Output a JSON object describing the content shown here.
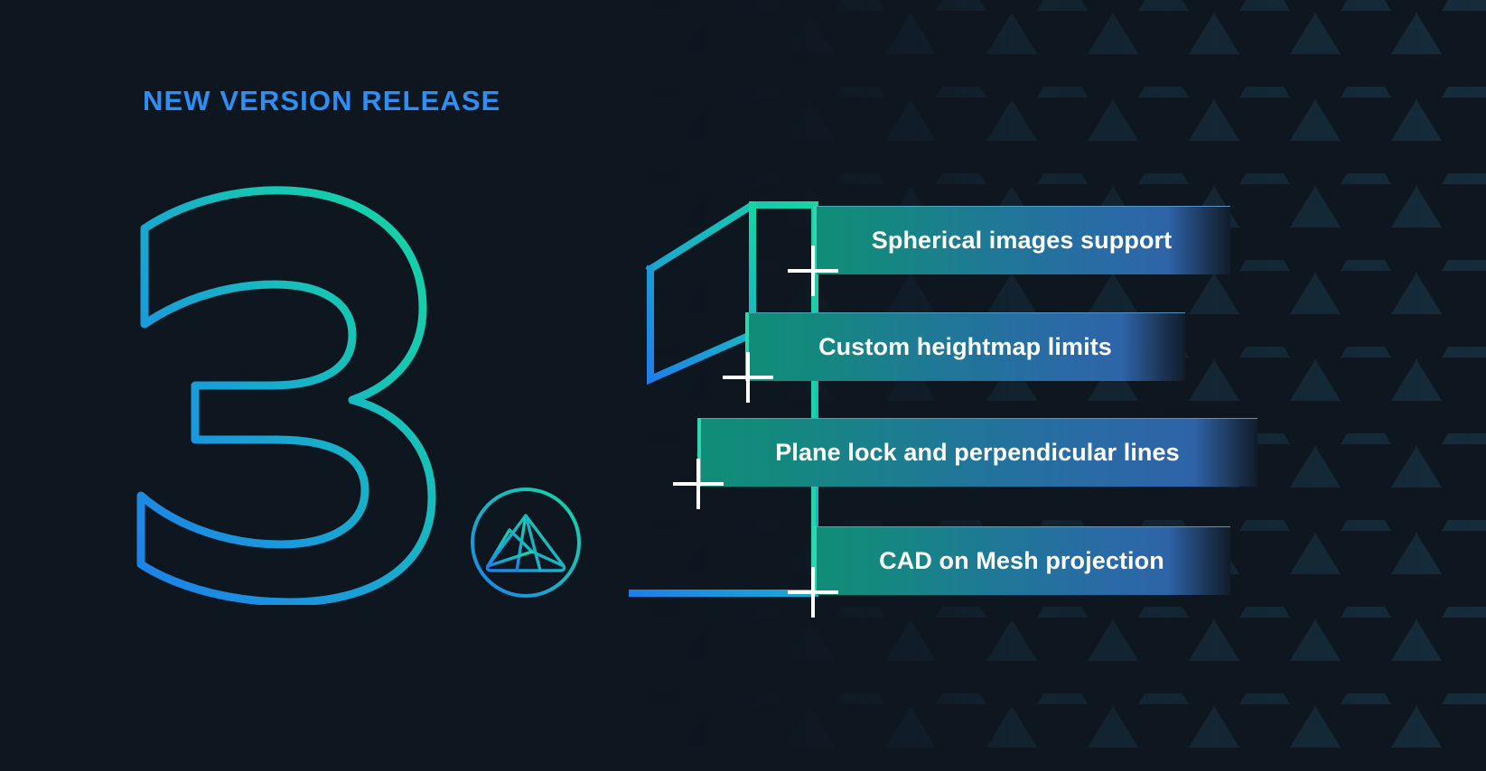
{
  "meta": {
    "background_color": "#0e1620",
    "accent_blue": "#2f8ef4",
    "accent_teal": "#2fd6ae",
    "bar_gradient_start": "#0f8d78",
    "bar_gradient_end": "#31609f",
    "text_color": "#ffffff"
  },
  "header": {
    "eyebrow": "NEW VERSION RELEASE"
  },
  "version": {
    "major": "3",
    "separator": ".",
    "minor": "1",
    "full": "3.1",
    "logo_icon": "mountain-peak-logo-icon"
  },
  "features": [
    {
      "label": "Spherical images support",
      "marker": "crosshair-icon"
    },
    {
      "label": "Custom heightmap limits",
      "marker": "crosshair-icon"
    },
    {
      "label": "Plane lock and perpendicular lines",
      "marker": "crosshair-icon"
    },
    {
      "label": "CAD on Mesh projection",
      "marker": "crosshair-icon"
    }
  ]
}
